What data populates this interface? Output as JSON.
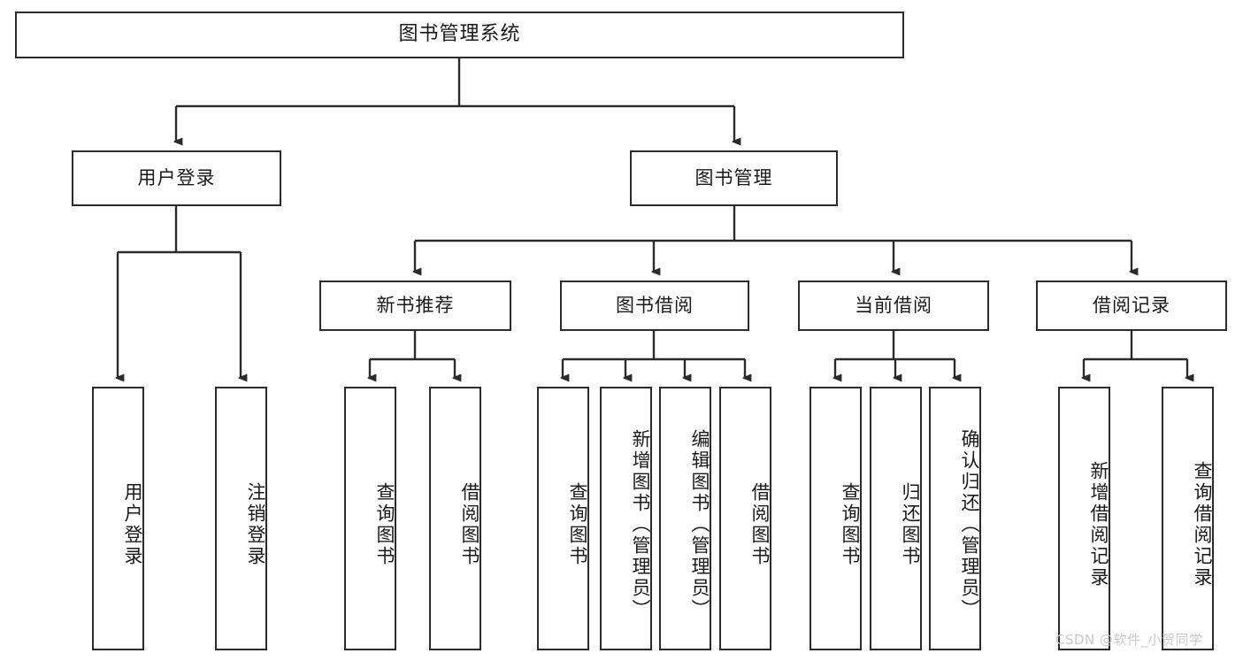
{
  "diagram": {
    "title": "图书管理系统",
    "type": "hierarchy-tree",
    "watermark": "CSDN @软件_小贺同学",
    "colors": {
      "stroke": "#2b2b2b",
      "fill": "#ffffff",
      "text": "#1a1a1a",
      "watermark": "#c9c9c9"
    },
    "nodes": {
      "root": "图书管理系统",
      "level2": [
        "用户登录",
        "图书管理"
      ],
      "level3": [
        "新书推荐",
        "图书借阅",
        "当前借阅",
        "借阅记录"
      ],
      "leaves_user_login": [
        "用户登录",
        "注销登录"
      ],
      "leaves_new_book": [
        "查询图书",
        "借阅图书"
      ],
      "leaves_borrow": [
        "查询图书",
        "新增图书（管理员）",
        "编辑图书（管理员）",
        "借阅图书"
      ],
      "leaves_current": [
        "查询图书",
        "归还图书",
        "确认归还（管理员）"
      ],
      "leaves_records": [
        "新增借阅记录",
        "查询借阅记录"
      ]
    }
  }
}
